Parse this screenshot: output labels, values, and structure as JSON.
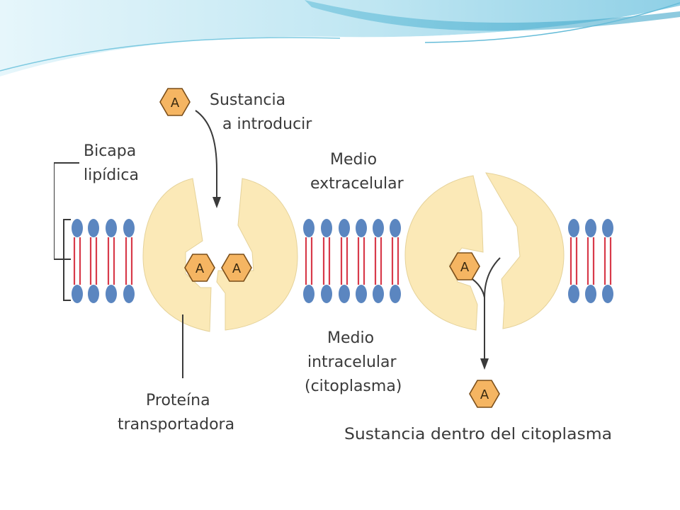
{
  "slide": {
    "colors": {
      "banner_light": "#d9f1f8",
      "banner_mid": "#9fd8ea",
      "banner_deep": "#3ca9c9",
      "protein_fill": "#fbe9b7",
      "substance_fill": "#f5b562",
      "head_fill": "#5b86c0",
      "tail_stroke": "#d83a4a"
    }
  },
  "diagram": {
    "substance_symbol": "A",
    "labels": {
      "substance_in_1": "Sustancia",
      "substance_in_2": "a introducir",
      "bilayer_1": "Bicapa",
      "bilayer_2": "lipídica",
      "extracellular_1": "Medio",
      "extracellular_2": "extracelular",
      "intracellular_1": "Medio",
      "intracellular_2": "intracelular",
      "intracellular_3": "(citoplasma)",
      "protein_1": "Proteína",
      "protein_2": "transportadora",
      "substance_out": "Sustancia dentro del citoplasma"
    }
  }
}
